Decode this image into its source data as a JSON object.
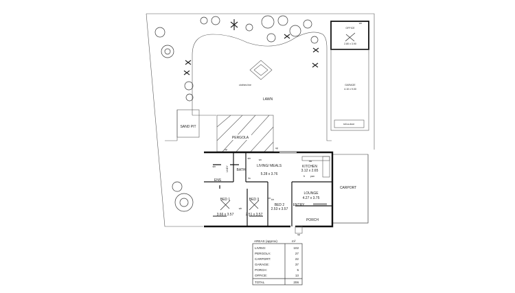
{
  "site": {
    "lawn": "LAWN",
    "clothes_line": "clothes line",
    "sand_pit": "SAND PIT",
    "pergola": "PERGOLA",
    "carport": "CARPORT",
    "office": {
      "name": "OFFICE",
      "size": "2.80 x 3.90",
      "wc": "wc"
    },
    "garage": {
      "name": "GARAGE",
      "size": "4.10 x 9.00",
      "door": "roll-a-door"
    },
    "up_labels": [
      "up",
      "up",
      "up"
    ]
  },
  "rooms": {
    "living": {
      "name": "LIVING/ MEALS",
      "size": "5.28 x 3.76"
    },
    "kitchen": {
      "name": "KITCHEN",
      "size": "3.12 x 2.65",
      "dw": "dw",
      "fr": "fr",
      "pan": "pan"
    },
    "lounge": {
      "name": "LOUNGE",
      "size": "4.27 x 3.75"
    },
    "bed1": {
      "name": "BED 1",
      "size": "3.66 x 3.57",
      "wir": "wir"
    },
    "bed2": {
      "name": "BED 2",
      "size": "2.53 x 3.57",
      "bir": "bir"
    },
    "bed3": {
      "name": "BED 3",
      "size": "2.51 x 3.57",
      "bir": "bir"
    },
    "bath": "BATH",
    "ens": "ENS",
    "laundry": "LNDY",
    "entry": "ENTRY",
    "porch": "PORCH",
    "wc": "wc",
    "shr": "shr",
    "lin": "lin"
  },
  "areas_table": {
    "header": "AREAS (approx)",
    "unit": "m²",
    "rows": [
      {
        "label": "LIVING:",
        "value": "102"
      },
      {
        "label": "PERGOLA:",
        "value": "27"
      },
      {
        "label": "CARPORT:",
        "value": "22"
      },
      {
        "label": "GARAGE:",
        "value": "37"
      },
      {
        "label": "PORCH:",
        "value": "5"
      },
      {
        "label": "OFFICE:",
        "value": "13"
      }
    ],
    "total_label": "TOTAL",
    "total_value": "206"
  }
}
